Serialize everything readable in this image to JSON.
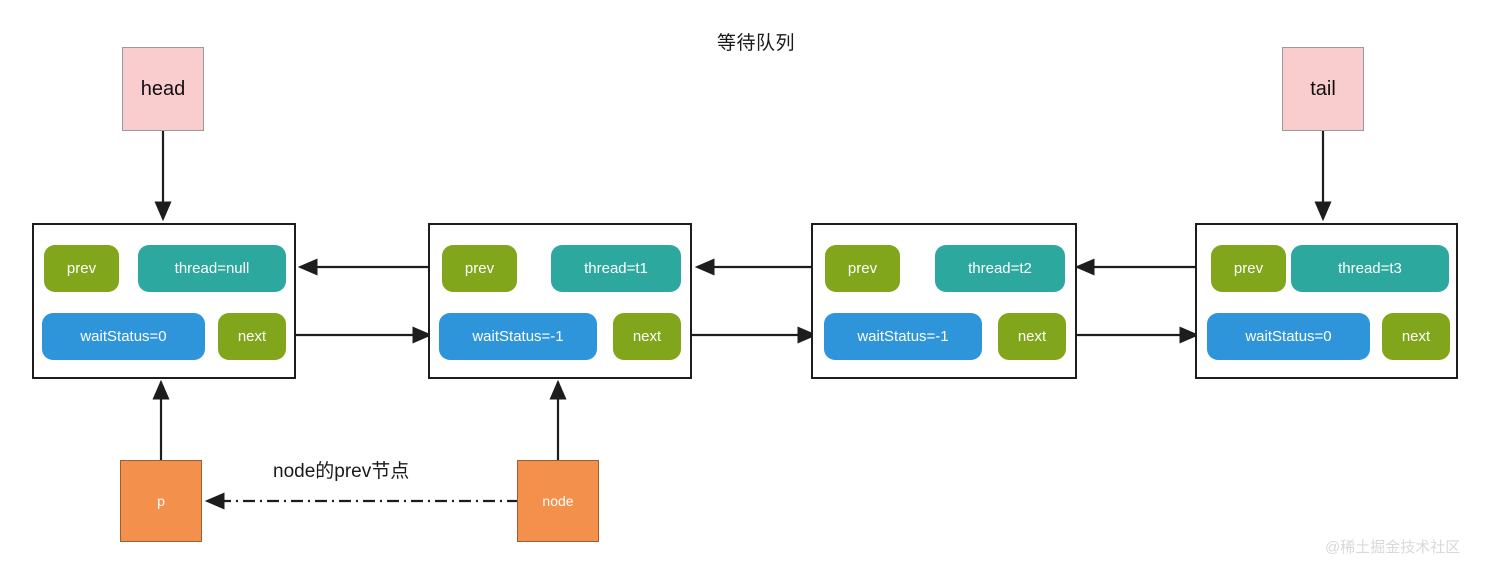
{
  "title": "等待队列",
  "endpoints": {
    "head": {
      "label": "head"
    },
    "tail": {
      "label": "tail"
    }
  },
  "nodes": [
    {
      "id": "node-1",
      "prev_label": "prev",
      "thread_label": "thread=null",
      "waitstatus_label": "waitStatus=0",
      "next_label": "next"
    },
    {
      "id": "node-2",
      "prev_label": "prev",
      "thread_label": "thread=t1",
      "waitstatus_label": "waitStatus=-1",
      "next_label": "next"
    },
    {
      "id": "node-3",
      "prev_label": "prev",
      "thread_label": "thread=t2",
      "waitstatus_label": "waitStatus=-1",
      "next_label": "next"
    },
    {
      "id": "node-4",
      "prev_label": "prev",
      "thread_label": "thread=t3",
      "waitstatus_label": "waitStatus=0",
      "next_label": "next"
    }
  ],
  "pointers": {
    "p": {
      "label": "p"
    },
    "node": {
      "label": "node"
    },
    "relation_label": "node的prev节点"
  },
  "watermark": "@稀土掘金技术社区",
  "colors": {
    "pill_prev_next": "#81a51b",
    "pill_thread": "#2ca89f",
    "pill_waitstatus": "#2f95da",
    "endbox": "#f9cdcd",
    "pointer_box": "#f2904c",
    "stroke": "#1d1d1d",
    "background": "#ffffff"
  }
}
